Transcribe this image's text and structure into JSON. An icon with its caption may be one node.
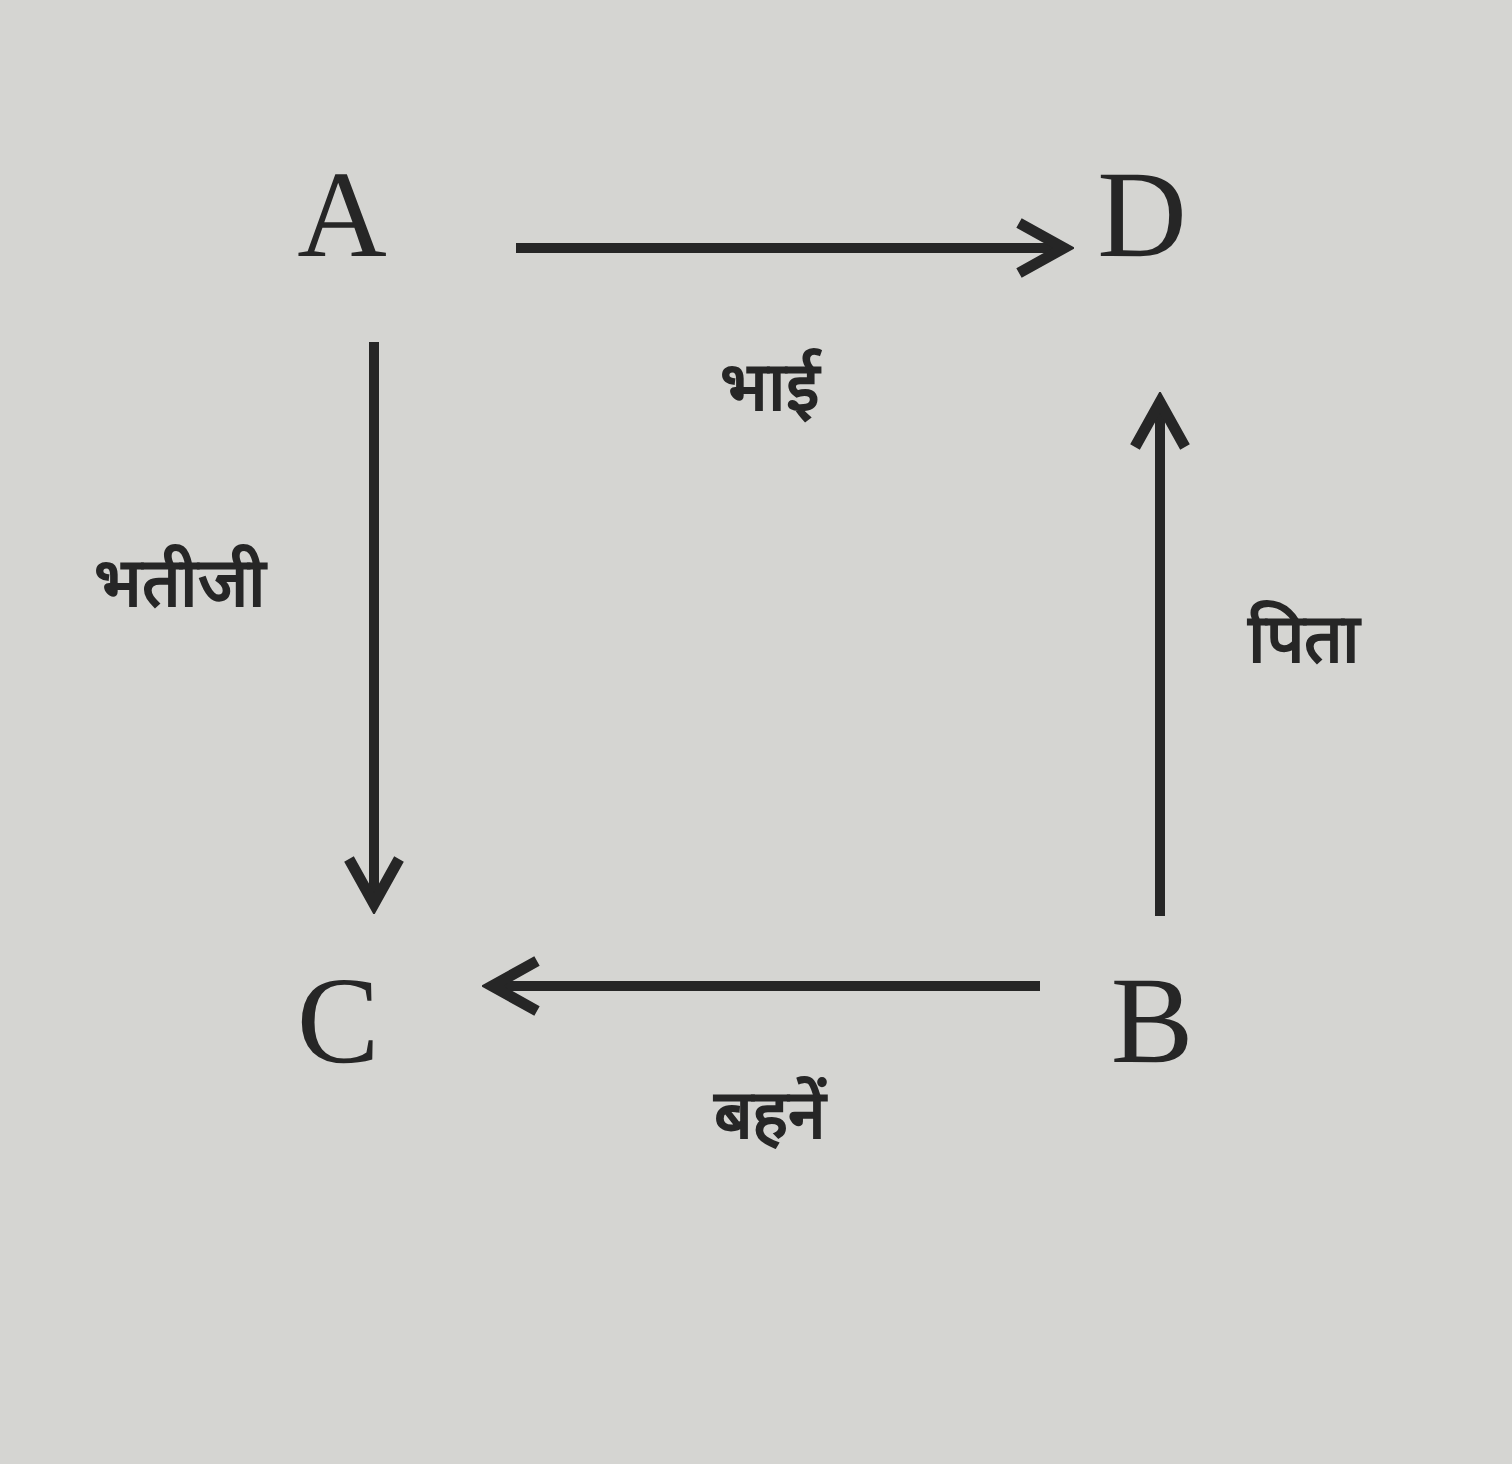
{
  "diagram": {
    "nodes": [
      {
        "text": [
          "A"
        ]
      },
      {
        "text": [
          "D"
        ]
      },
      {
        "text": [
          "C"
        ]
      },
      {
        "text": [
          "B"
        ]
      }
    ],
    "edges": [
      {
        "from": 0,
        "to": 1,
        "arrow": "to",
        "label": "भाई"
      },
      {
        "from": 0,
        "to": 2,
        "arrow": "to",
        "label": "भतीजी"
      },
      {
        "from": 3,
        "to": 1,
        "arrow": "to",
        "label": "पिता"
      },
      {
        "from": 3,
        "to": 2,
        "arrow": "to",
        "label": "बहनें"
      }
    ]
  }
}
